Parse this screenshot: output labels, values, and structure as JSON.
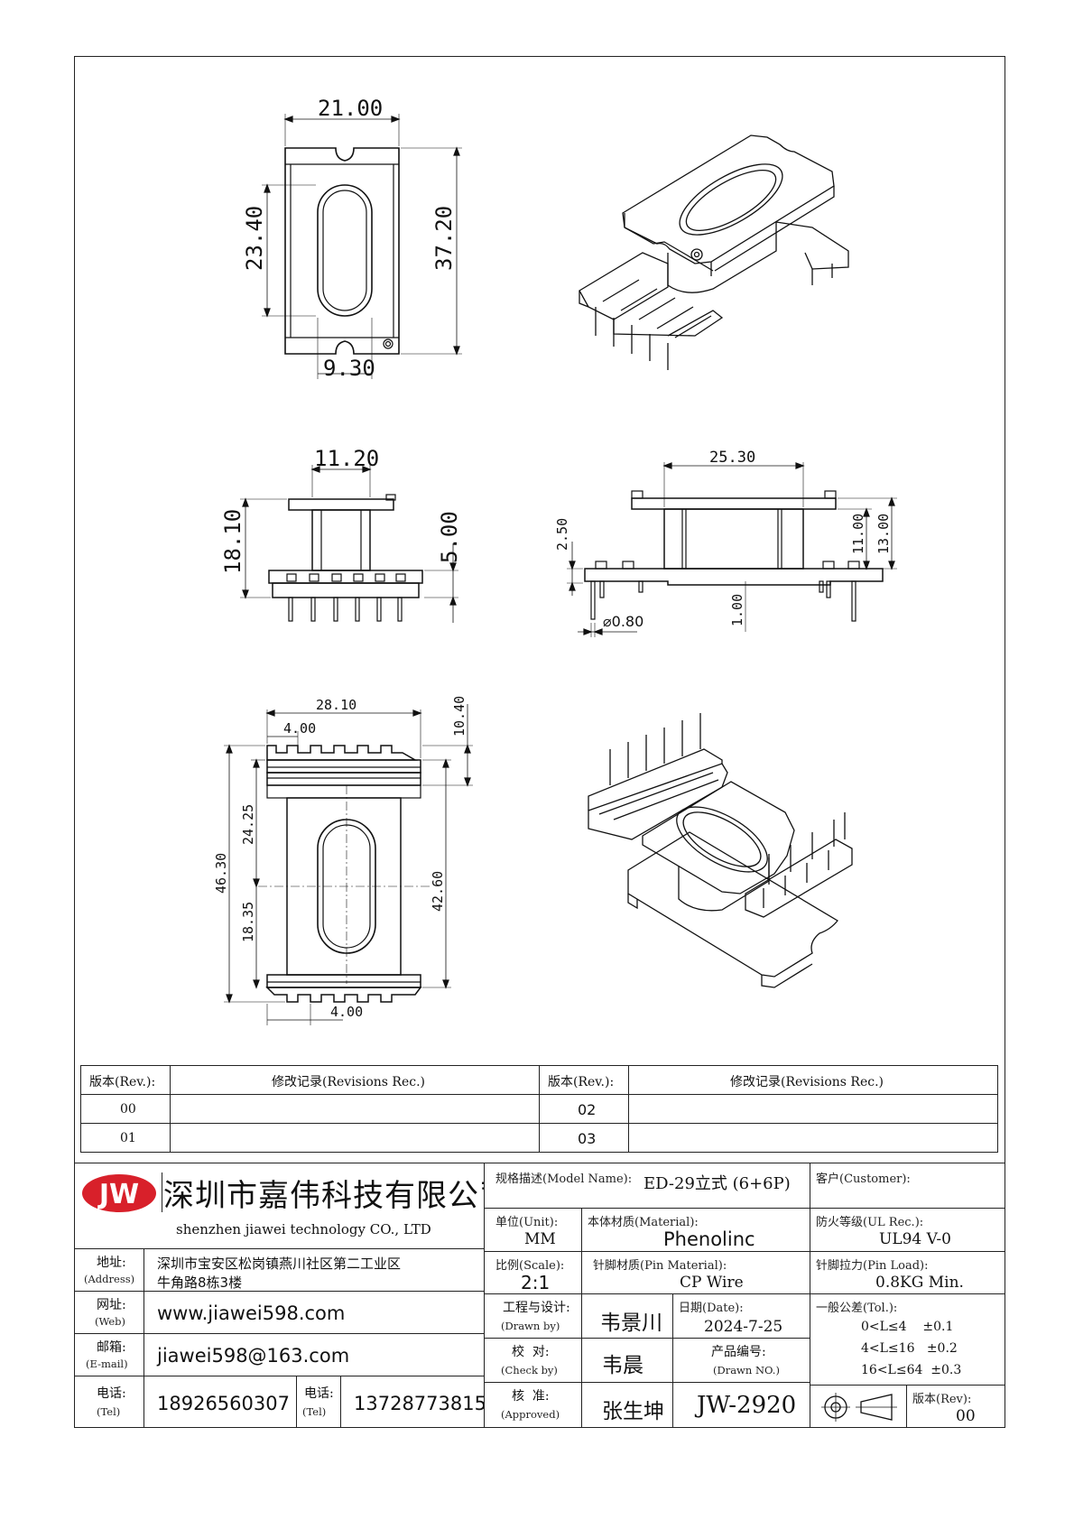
{
  "dimensions": {
    "top_view": {
      "width": "21.00",
      "inner_height": "23.40",
      "height": "37.20",
      "slot_width": "9.30"
    },
    "side_view_left": {
      "width": "11.20",
      "height": "18.10",
      "pin_height": "5.00"
    },
    "side_view_right": {
      "width": "25.30",
      "base": "2.50",
      "h1": "11.00",
      "h2": "13.00",
      "pin_dia": "⌀0.80",
      "step": "1.00"
    },
    "bottom_view": {
      "width": "28.10",
      "pitch": "4.00",
      "top": "10.40",
      "height_total": "46.30",
      "upper": "24.25",
      "lower": "18.35",
      "inner": "42.60",
      "pitch_bottom": "4.00"
    }
  },
  "revisions": {
    "header_rev": "版本(Rev.):",
    "header_rec": "修改记录(Revisions Rec.)",
    "rows": [
      {
        "left_rev": "00",
        "right_rev": "02"
      },
      {
        "left_rev": "01",
        "right_rev": "03"
      }
    ]
  },
  "company": {
    "logo": "JW",
    "name_cn": "深圳市嘉伟科技有限公司",
    "name_en": "shenzhen  jiawei  technology  CO., LTD",
    "address_label": "地址:",
    "address_label_en": "(Address)",
    "address_line1": "深圳市宝安区松岗镇燕川社区第二工业区",
    "address_line2": "牛角路8栋3楼",
    "web_label": "网址:",
    "web_label_en": "(Web)",
    "web": "www.jiawei598.com",
    "mail_label": "邮箱:",
    "mail_label_en": "(E-mail)",
    "mail": "jiawei598@163.com",
    "tel_label": "电话:",
    "tel_label_en": "(Tel)",
    "tel1": "18926560307",
    "tel2": "13728773815"
  },
  "specs": {
    "model_label": "规格描述(Model Name):",
    "model": "ED-29立式 (6+6P)",
    "customer_label": "客户(Customer):",
    "customer": "",
    "unit_label": "单位(Unit):",
    "unit": "MM",
    "material_label": "本体材质(Material):",
    "material": "Phenolinc",
    "ul_label": "防火等级(UL Rec.):",
    "ul": "UL94 V-0",
    "scale_label": "比例(Scale):",
    "scale": "2:1",
    "pin_material_label": "针脚材质(Pin Material):",
    "pin_material": "CP Wire",
    "pin_load_label": "针脚拉力(Pin Load):",
    "pin_load": "0.8KG Min.",
    "drawn_label": "工程与设计:",
    "drawn_label_en": "(Drawn by)",
    "drawn": "韦景川",
    "date_label": "日期(Date):",
    "date": "2024-7-25",
    "tol_label": "一般公差(Tol.):",
    "tol1": "0<L≤4    ±0.1",
    "tol2": "4<L≤16   ±0.2",
    "tol3": "16<L≤64  ±0.3",
    "check_label": "校  对:",
    "check_label_en": "(Check by)",
    "check": "韦晨",
    "drawno_label": "产品编号:",
    "drawno_label_en": "(Drawn NO.)",
    "approved_label": "核  准:",
    "approved_label_en": "(Approved)",
    "approved": "张生坤",
    "drawno": "JW-2920",
    "rev_label": "版本(Rev):",
    "rev": "00"
  }
}
